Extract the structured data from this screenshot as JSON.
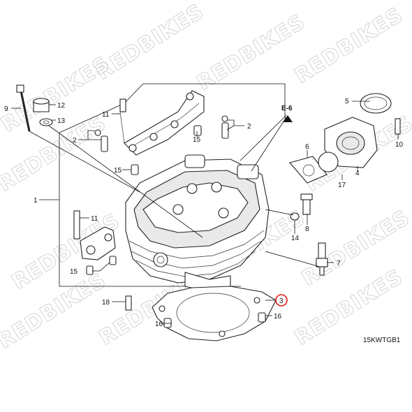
{
  "watermark": "REDBIKES",
  "diagram_code": "15KWTGB1",
  "ref_section": "E-6",
  "highlight_part": "3",
  "callouts": [
    {
      "num": "1"
    },
    {
      "num": "2"
    },
    {
      "num": "2"
    },
    {
      "num": "3"
    },
    {
      "num": "4"
    },
    {
      "num": "5"
    },
    {
      "num": "6"
    },
    {
      "num": "7"
    },
    {
      "num": "8"
    },
    {
      "num": "9"
    },
    {
      "num": "10"
    },
    {
      "num": "11"
    },
    {
      "num": "11"
    },
    {
      "num": "12"
    },
    {
      "num": "13"
    },
    {
      "num": "14"
    },
    {
      "num": "15"
    },
    {
      "num": "15"
    },
    {
      "num": "15"
    },
    {
      "num": "16"
    },
    {
      "num": "16"
    },
    {
      "num": "17"
    },
    {
      "num": "18"
    }
  ],
  "colors": {
    "highlight": "#e01919",
    "line": "#111111",
    "watermark": "#d8d8d8"
  }
}
